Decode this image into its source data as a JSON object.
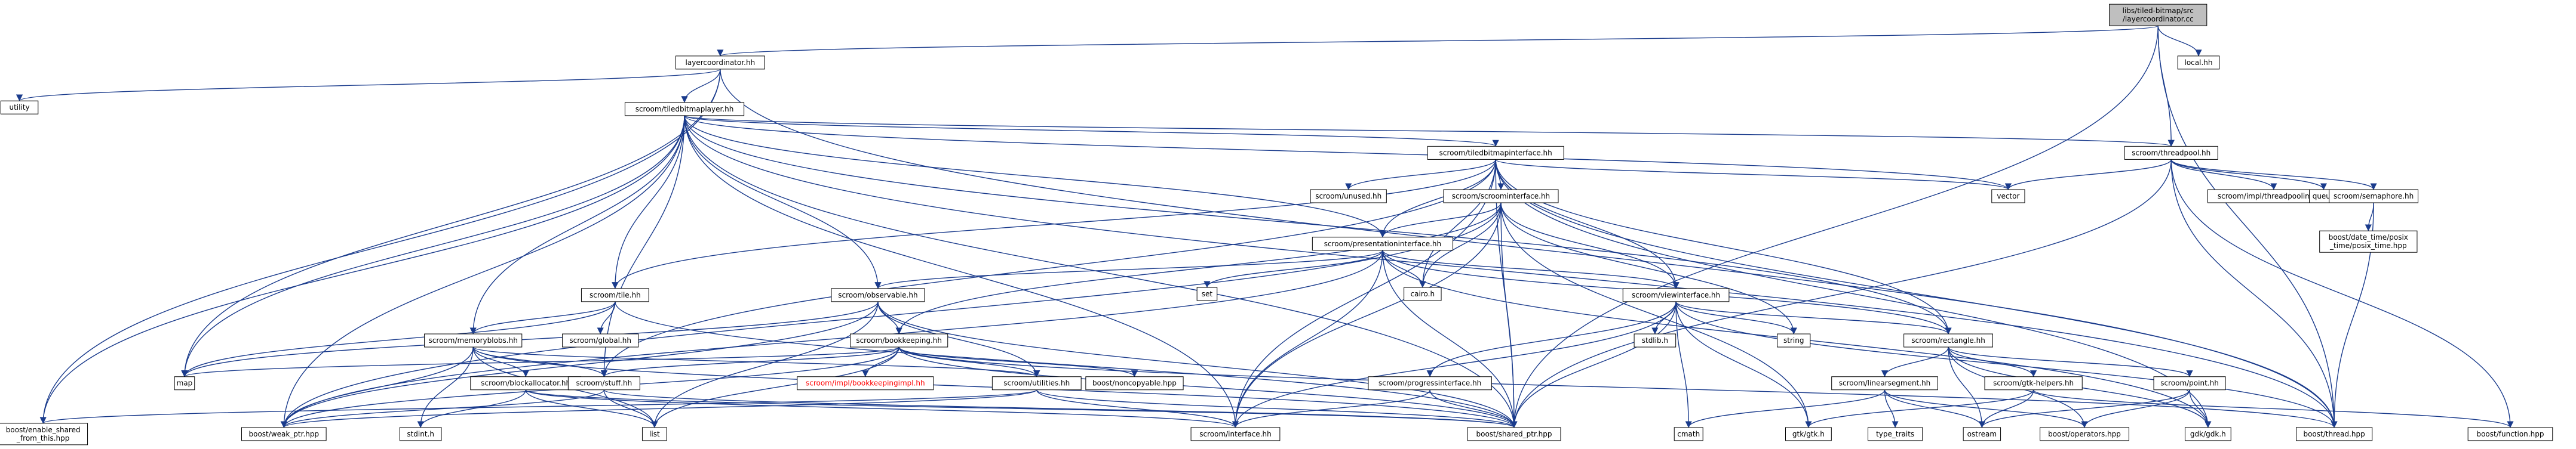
{
  "colors": {
    "edge": "#1a3b8c",
    "node_fill": "#ffffff",
    "root_fill": "#bfbfbf",
    "node_stroke": "#000000",
    "missing_stroke": "#bfbfbf",
    "red_stroke": "#ff0000"
  },
  "nodes": {
    "root": {
      "lines": [
        "libs/tiled-bitmap/src",
        "/layercoordinator.cc"
      ],
      "style": "root"
    },
    "layercoordinator": {
      "lines": [
        "layercoordinator.hh"
      ],
      "style": "normal"
    },
    "local": {
      "lines": [
        "local.hh"
      ],
      "style": "normal"
    },
    "utility": {
      "lines": [
        "utility"
      ],
      "style": "missing"
    },
    "tiledbitmaplayer": {
      "lines": [
        "scroom/tiledbitmaplayer.hh"
      ],
      "style": "normal"
    },
    "threadpool": {
      "lines": [
        "scroom/threadpool.hh"
      ],
      "style": "normal"
    },
    "tiledbitmapinterface": {
      "lines": [
        "scroom/tiledbitmapinterface.hh"
      ],
      "style": "normal"
    },
    "unused": {
      "lines": [
        "scroom/unused.hh"
      ],
      "style": "normal"
    },
    "scroominterface": {
      "lines": [
        "scroom/scroominterface.hh"
      ],
      "style": "normal"
    },
    "vector": {
      "lines": [
        "vector"
      ],
      "style": "missing"
    },
    "threadpoolimpl": {
      "lines": [
        "scroom/impl/threadpoolimpl.hh"
      ],
      "style": "normal"
    },
    "queue": {
      "lines": [
        "queue"
      ],
      "style": "missing"
    },
    "semaphore": {
      "lines": [
        "scroom/semaphore.hh"
      ],
      "style": "normal"
    },
    "posix_time": {
      "lines": [
        "boost/date_time/posix",
        "_time/posix_time.hpp"
      ],
      "style": "missing"
    },
    "presentationinterface": {
      "lines": [
        "scroom/presentationinterface.hh"
      ],
      "style": "normal"
    },
    "set": {
      "lines": [
        "set"
      ],
      "style": "missing"
    },
    "cairo": {
      "lines": [
        "cairo.h"
      ],
      "style": "missing"
    },
    "tile": {
      "lines": [
        "scroom/tile.hh"
      ],
      "style": "normal"
    },
    "observable": {
      "lines": [
        "scroom/observable.hh"
      ],
      "style": "normal"
    },
    "viewinterface": {
      "lines": [
        "scroom/viewinterface.hh"
      ],
      "style": "normal"
    },
    "global": {
      "lines": [
        "scroom/global.hh"
      ],
      "style": "normal"
    },
    "stdlib": {
      "lines": [
        "stdlib.h"
      ],
      "style": "missing"
    },
    "string": {
      "lines": [
        "string"
      ],
      "style": "missing"
    },
    "rectangle": {
      "lines": [
        "scroom/rectangle.hh"
      ],
      "style": "normal"
    },
    "memoryblobs": {
      "lines": [
        "scroom/memoryblobs.hh"
      ],
      "style": "normal"
    },
    "bookkeeping": {
      "lines": [
        "scroom/bookkeeping.hh"
      ],
      "style": "normal"
    },
    "map": {
      "lines": [
        "map"
      ],
      "style": "missing"
    },
    "blockallocator": {
      "lines": [
        "scroom/blockallocator.hh"
      ],
      "style": "normal"
    },
    "bookkeepingimpl": {
      "lines": [
        "scroom/impl/bookkeepingimpl.hh"
      ],
      "style": "red"
    },
    "utilities": {
      "lines": [
        "scroom/utilities.hh"
      ],
      "style": "normal"
    },
    "noncopyable": {
      "lines": [
        "boost/noncopyable.hpp"
      ],
      "style": "missing"
    },
    "progressinterface": {
      "lines": [
        "scroom/progressinterface.hh"
      ],
      "style": "normal"
    },
    "stuff": {
      "lines": [
        "scroom/stuff.hh"
      ],
      "style": "normal"
    },
    "linearsegment": {
      "lines": [
        "scroom/linearsegment.hh"
      ],
      "style": "normal"
    },
    "gtkhelpers": {
      "lines": [
        "scroom/gtk-helpers.hh"
      ],
      "style": "normal"
    },
    "point": {
      "lines": [
        "scroom/point.hh"
      ],
      "style": "normal"
    },
    "enable_shared": {
      "lines": [
        "boost/enable_shared",
        "_from_this.hpp"
      ],
      "style": "missing"
    },
    "weak_ptr": {
      "lines": [
        "boost/weak_ptr.hpp"
      ],
      "style": "missing"
    },
    "stdint": {
      "lines": [
        "stdint.h"
      ],
      "style": "missing"
    },
    "list": {
      "lines": [
        "list"
      ],
      "style": "missing"
    },
    "interface": {
      "lines": [
        "scroom/interface.hh"
      ],
      "style": "normal"
    },
    "shared_ptr": {
      "lines": [
        "boost/shared_ptr.hpp"
      ],
      "style": "missing"
    },
    "cmath": {
      "lines": [
        "cmath"
      ],
      "style": "missing"
    },
    "gtk": {
      "lines": [
        "gtk/gtk.h"
      ],
      "style": "missing"
    },
    "type_traits": {
      "lines": [
        "type_traits"
      ],
      "style": "missing"
    },
    "operators": {
      "lines": [
        "boost/operators.hpp"
      ],
      "style": "missing"
    },
    "ostream": {
      "lines": [
        "ostream"
      ],
      "style": "missing"
    },
    "gdk": {
      "lines": [
        "gdk/gdk.h"
      ],
      "style": "missing"
    },
    "thread": {
      "lines": [
        "boost/thread.hpp"
      ],
      "style": "missing"
    },
    "function": {
      "lines": [
        "boost/function.hpp"
      ],
      "style": "missing"
    }
  },
  "edges": [
    [
      "root",
      "layercoordinator"
    ],
    [
      "root",
      "local"
    ],
    [
      "root",
      "threadpool"
    ],
    [
      "root",
      "shared_ptr"
    ],
    [
      "root",
      "thread"
    ],
    [
      "layercoordinator",
      "utility"
    ],
    [
      "layercoordinator",
      "tiledbitmaplayer"
    ],
    [
      "layercoordinator",
      "enable_shared"
    ],
    [
      "layercoordinator",
      "map"
    ],
    [
      "layercoordinator",
      "thread"
    ],
    [
      "tiledbitmaplayer",
      "tiledbitmapinterface"
    ],
    [
      "tiledbitmaplayer",
      "threadpool"
    ],
    [
      "tiledbitmaplayer",
      "vector"
    ],
    [
      "tiledbitmaplayer",
      "thread"
    ],
    [
      "tiledbitmaplayer",
      "presentationinterface"
    ],
    [
      "tiledbitmaplayer",
      "tile"
    ],
    [
      "tiledbitmaplayer",
      "observable"
    ],
    [
      "tiledbitmaplayer",
      "memoryblobs"
    ],
    [
      "tiledbitmaplayer",
      "map"
    ],
    [
      "tiledbitmaplayer",
      "enable_shared"
    ],
    [
      "tiledbitmaplayer",
      "weak_ptr"
    ],
    [
      "tiledbitmaplayer",
      "stuff"
    ],
    [
      "tiledbitmaplayer",
      "interface"
    ],
    [
      "tiledbitmaplayer",
      "shared_ptr"
    ],
    [
      "tiledbitmaplayer",
      "rectangle"
    ],
    [
      "tiledbitmapinterface",
      "unused"
    ],
    [
      "tiledbitmapinterface",
      "scroominterface"
    ],
    [
      "tiledbitmapinterface",
      "vector"
    ],
    [
      "tiledbitmapinterface",
      "presentationinterface"
    ],
    [
      "tiledbitmapinterface",
      "cairo"
    ],
    [
      "tiledbitmapinterface",
      "viewinterface"
    ],
    [
      "tiledbitmapinterface",
      "tile"
    ],
    [
      "tiledbitmapinterface",
      "stuff"
    ],
    [
      "tiledbitmapinterface",
      "shared_ptr"
    ],
    [
      "tiledbitmapinterface",
      "rectangle"
    ],
    [
      "tiledbitmapinterface",
      "gdk"
    ],
    [
      "tiledbitmapinterface",
      "thread"
    ],
    [
      "tiledbitmapinterface",
      "interface"
    ],
    [
      "threadpool",
      "vector"
    ],
    [
      "threadpool",
      "threadpoolimpl"
    ],
    [
      "threadpool",
      "queue"
    ],
    [
      "threadpool",
      "semaphore"
    ],
    [
      "threadpool",
      "thread"
    ],
    [
      "threadpool",
      "function"
    ],
    [
      "threadpool",
      "shared_ptr"
    ],
    [
      "semaphore",
      "posix_time"
    ],
    [
      "semaphore",
      "thread"
    ],
    [
      "scroominterface",
      "presentationinterface"
    ],
    [
      "scroominterface",
      "viewinterface"
    ],
    [
      "scroominterface",
      "cairo"
    ],
    [
      "scroominterface",
      "string"
    ],
    [
      "scroominterface",
      "bookkeeping"
    ],
    [
      "scroominterface",
      "shared_ptr"
    ],
    [
      "scroominterface",
      "gtk"
    ],
    [
      "scroominterface",
      "interface"
    ],
    [
      "scroominterface",
      "weak_ptr"
    ],
    [
      "presentationinterface",
      "set"
    ],
    [
      "presentationinterface",
      "cairo"
    ],
    [
      "presentationinterface",
      "observable"
    ],
    [
      "presentationinterface",
      "viewinterface"
    ],
    [
      "presentationinterface",
      "rectangle"
    ],
    [
      "presentationinterface",
      "shared_ptr"
    ],
    [
      "presentationinterface",
      "interface"
    ],
    [
      "presentationinterface",
      "weak_ptr"
    ],
    [
      "presentationinterface",
      "gdk"
    ],
    [
      "tile",
      "global"
    ],
    [
      "tile",
      "memoryblobs"
    ],
    [
      "tile",
      "map"
    ],
    [
      "tile",
      "shared_ptr"
    ],
    [
      "observable",
      "bookkeeping"
    ],
    [
      "observable",
      "utilities"
    ],
    [
      "observable",
      "list"
    ],
    [
      "observable",
      "weak_ptr"
    ],
    [
      "observable",
      "shared_ptr"
    ],
    [
      "observable",
      "map"
    ],
    [
      "viewinterface",
      "stdlib"
    ],
    [
      "viewinterface",
      "string"
    ],
    [
      "viewinterface",
      "rectangle"
    ],
    [
      "viewinterface",
      "progressinterface"
    ],
    [
      "viewinterface",
      "gtk"
    ],
    [
      "viewinterface",
      "cmath"
    ],
    [
      "viewinterface",
      "interface"
    ],
    [
      "viewinterface",
      "shared_ptr"
    ],
    [
      "viewinterface",
      "thread"
    ],
    [
      "rectangle",
      "linearsegment"
    ],
    [
      "rectangle",
      "gtkhelpers"
    ],
    [
      "rectangle",
      "point"
    ],
    [
      "rectangle",
      "ostream"
    ],
    [
      "rectangle",
      "operators"
    ],
    [
      "rectangle",
      "gdk"
    ],
    [
      "memoryblobs",
      "blockallocator"
    ],
    [
      "memoryblobs",
      "stuff"
    ],
    [
      "memoryblobs",
      "utilities"
    ],
    [
      "memoryblobs",
      "weak_ptr"
    ],
    [
      "memoryblobs",
      "list"
    ],
    [
      "memoryblobs",
      "stdint"
    ],
    [
      "memoryblobs",
      "shared_ptr"
    ],
    [
      "bookkeeping",
      "bookkeepingimpl"
    ],
    [
      "bookkeeping",
      "utilities"
    ],
    [
      "bookkeeping",
      "noncopyable"
    ],
    [
      "bookkeeping",
      "map"
    ],
    [
      "bookkeeping",
      "list"
    ],
    [
      "bookkeeping",
      "shared_ptr"
    ],
    [
      "bookkeeping",
      "stuff"
    ],
    [
      "bookkeeping",
      "weak_ptr"
    ],
    [
      "bookkeeping",
      "thread"
    ],
    [
      "blockallocator",
      "list"
    ],
    [
      "blockallocator",
      "stdint"
    ],
    [
      "blockallocator",
      "interface"
    ],
    [
      "blockallocator",
      "shared_ptr"
    ],
    [
      "utilities",
      "weak_ptr"
    ],
    [
      "utilities",
      "shared_ptr"
    ],
    [
      "utilities",
      "enable_shared"
    ],
    [
      "utilities",
      "interface"
    ],
    [
      "progressinterface",
      "interface"
    ],
    [
      "progressinterface",
      "shared_ptr"
    ],
    [
      "stuff",
      "weak_ptr"
    ],
    [
      "stuff",
      "list"
    ],
    [
      "stuff",
      "shared_ptr"
    ],
    [
      "linearsegment",
      "cmath"
    ],
    [
      "linearsegment",
      "type_traits"
    ],
    [
      "linearsegment",
      "operators"
    ],
    [
      "linearsegment",
      "ostream"
    ],
    [
      "gtkhelpers",
      "gtk"
    ],
    [
      "gtkhelpers",
      "ostream"
    ],
    [
      "gtkhelpers",
      "function"
    ],
    [
      "point",
      "gdk"
    ],
    [
      "point",
      "operators"
    ],
    [
      "point",
      "ostream"
    ]
  ]
}
